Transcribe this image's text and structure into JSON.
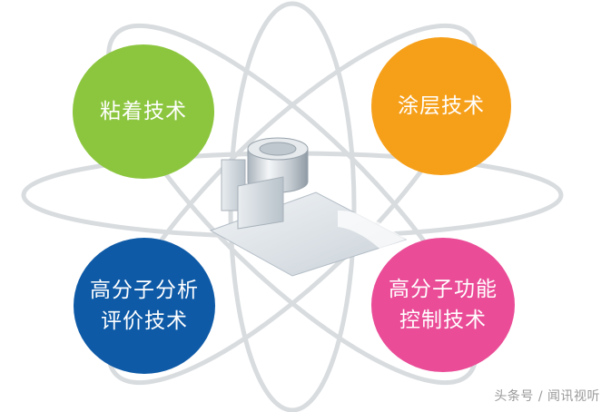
{
  "techs": [
    {
      "id": "adhesive",
      "lines": [
        "粘着技术"
      ],
      "color": "#8cc63f"
    },
    {
      "id": "coating",
      "lines": [
        "涂层技术"
      ],
      "color": "#f6a01a"
    },
    {
      "id": "analysis",
      "lines": [
        "高分子分析",
        "评价技术"
      ],
      "color": "#0e5aa7"
    },
    {
      "id": "control",
      "lines": [
        "高分子功能",
        "控制技术"
      ],
      "color": "#ea4c97"
    }
  ],
  "orbit_color": "#d8dcdf",
  "watermark": "头条号 / 闻讯视听"
}
